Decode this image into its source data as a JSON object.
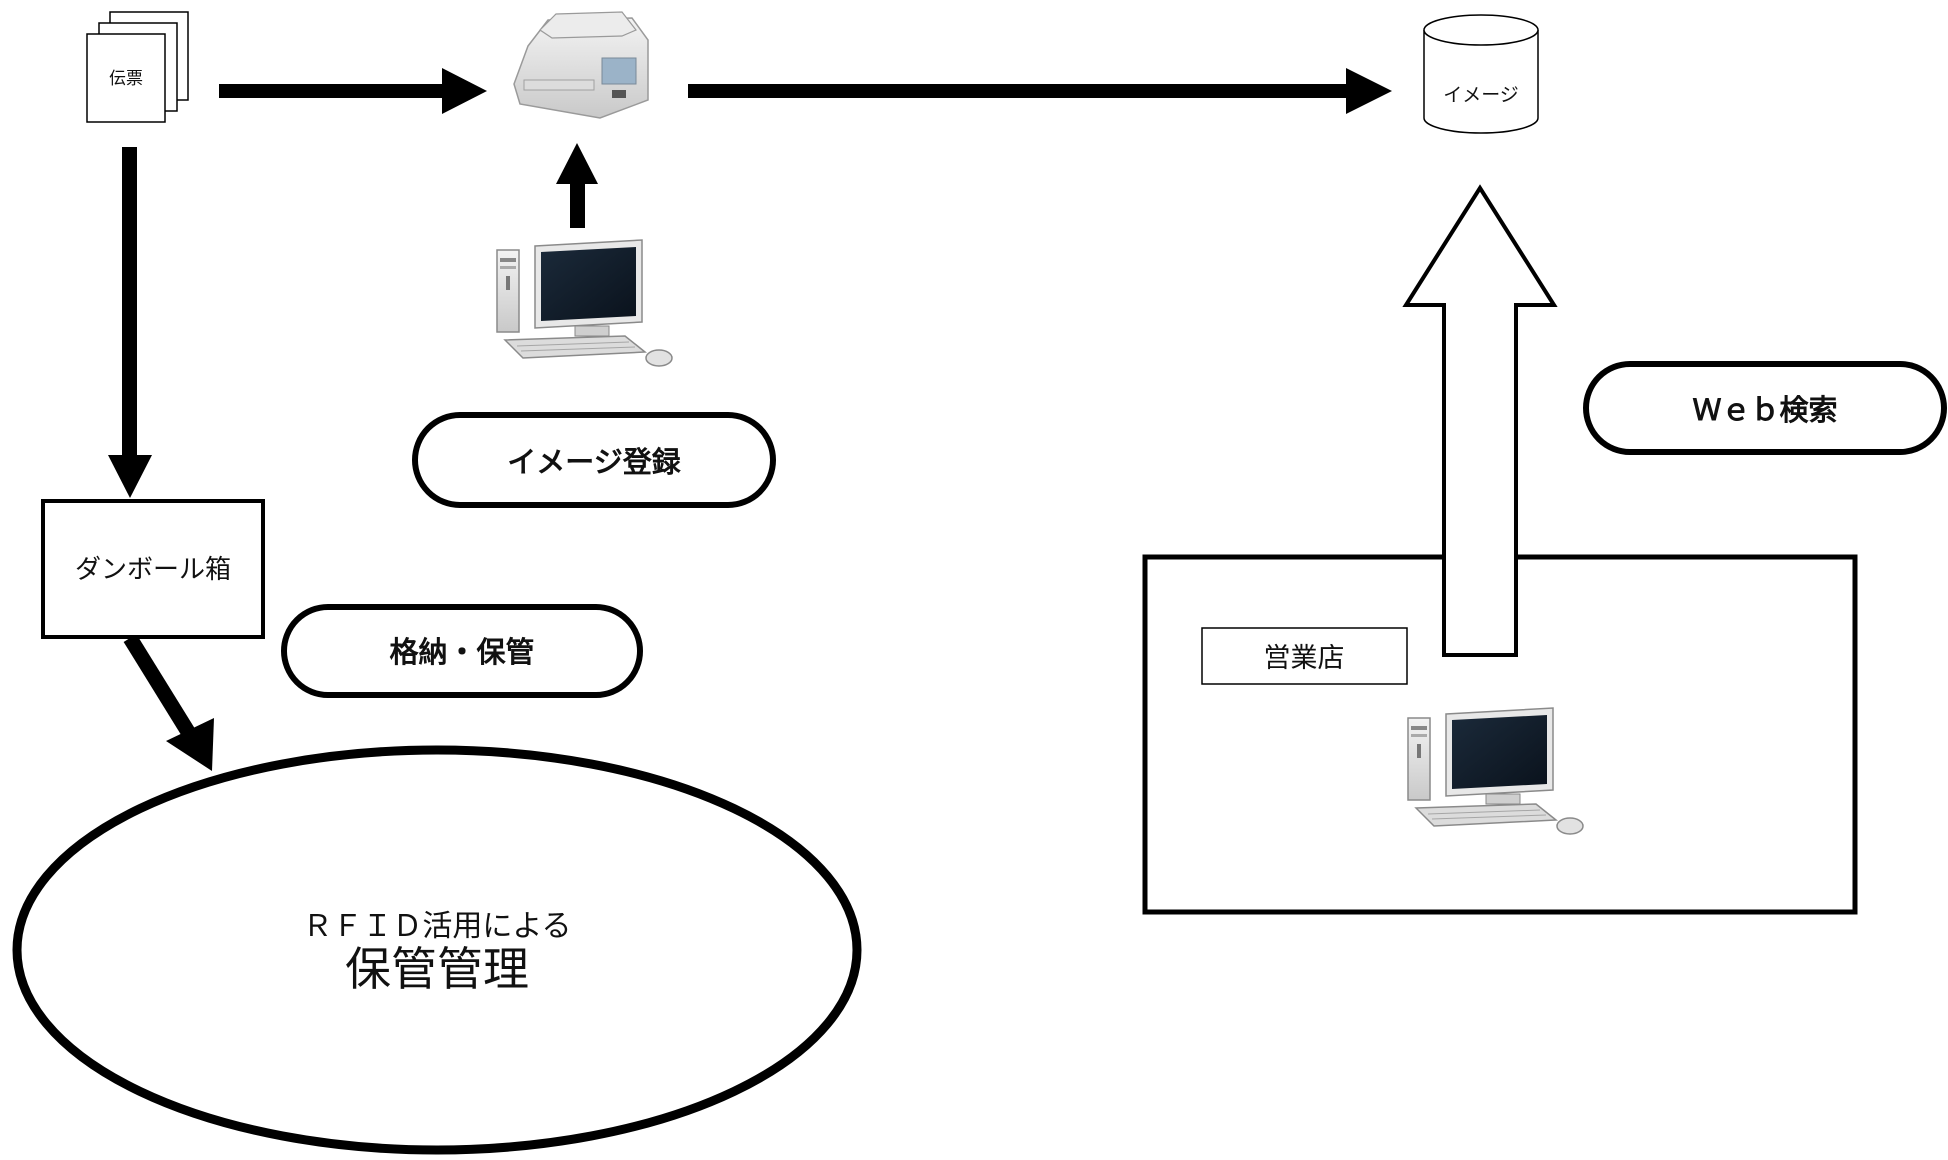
{
  "nodes": {
    "slip": "伝票",
    "image_db": "イメージ",
    "cardboard_box": "ダンボール箱",
    "branch_office": "営業店",
    "rfid_line1": "ＲＦＩＤ活用による",
    "rfid_line2": "保管管理"
  },
  "pills": {
    "image_registration": "イメージ登録",
    "web_search": "Ｗｅｂ検索",
    "storage": "格納・保管"
  },
  "icons": {
    "scanner": "document-scanner-icon",
    "pc_registration": "desktop-computer-icon",
    "pc_branch": "desktop-computer-icon",
    "stack": "document-stack-icon",
    "database": "database-cylinder-icon"
  }
}
